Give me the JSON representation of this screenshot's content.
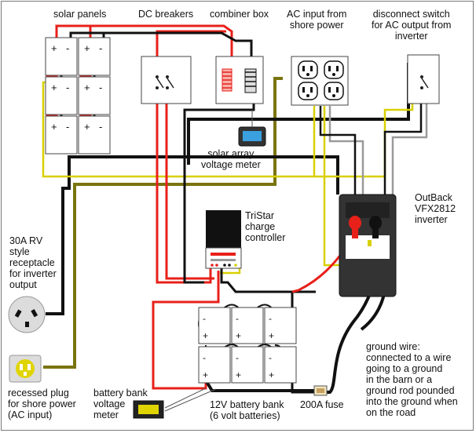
{
  "labels": {
    "solar_panels": "solar panels",
    "dc_breakers": "DC breakers",
    "combiner_box": "combiner box",
    "ac_input": [
      "AC input from",
      "shore power"
    ],
    "disconnect_switch": [
      "disconnect switch",
      "for AC output from",
      "inverter"
    ],
    "solar_meter": [
      "solar array",
      "voltage meter"
    ],
    "tristar": [
      "TriStar",
      "charge",
      "controller"
    ],
    "outback": [
      "OutBack",
      "VFX2812",
      "inverter"
    ],
    "rv_receptacle": [
      "30A RV",
      "style",
      "receptacle",
      "for inverter",
      "output"
    ],
    "recessed_plug": [
      "recessed plug",
      "for shore power",
      "(AC input)"
    ],
    "battery_meter": [
      "battery bank",
      "voltage",
      "meter"
    ],
    "battery_bank": [
      "12V battery bank",
      "(6 volt batteries)"
    ],
    "fuse": "200A fuse",
    "ground_wire": [
      "ground wire:",
      "connected to a wire",
      "going to a ground",
      "in the barn or a",
      "ground rod pounded",
      "into the ground when",
      "on the road"
    ]
  },
  "colors": {
    "positive_wire": "#e8201a",
    "negative_wire": "#111111",
    "ac_hot": "#111111",
    "ac_neutral": "#9a9a9a",
    "ground": "#d8d000",
    "olive": "#7a7410"
  }
}
